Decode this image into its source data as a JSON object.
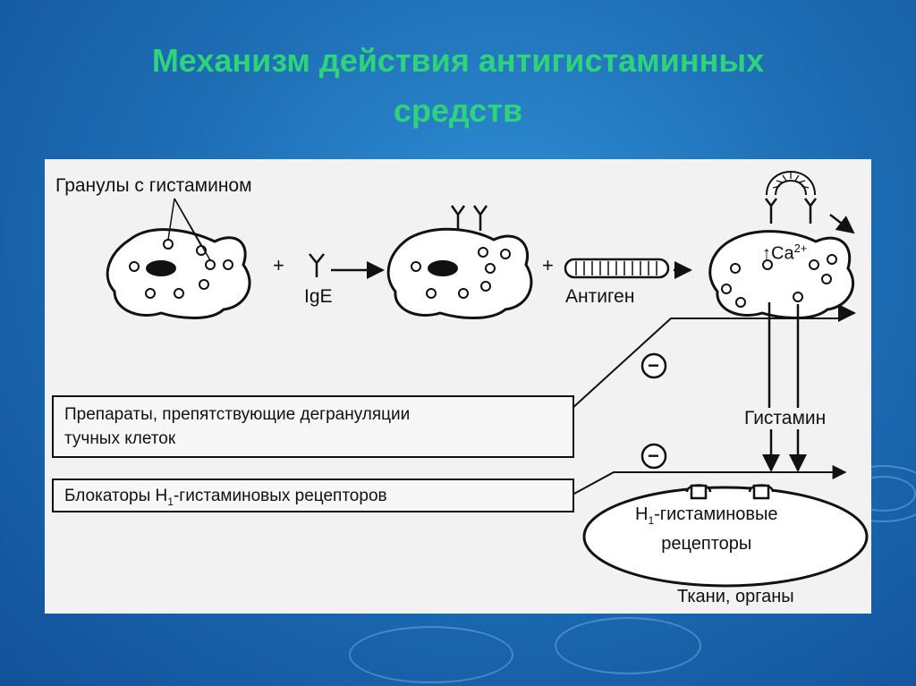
{
  "title": {
    "line1": "Механизм действия антигистаминных",
    "line2": "средств"
  },
  "diagram": {
    "granules_label": "Гранулы с гистамином",
    "plus": "+",
    "ige_label": "IgE",
    "antigen_label": "Антиген",
    "calcium_label": "↑Ca",
    "calcium_charge": "2+",
    "inhibit_symbol": "−",
    "histamine_label": "Гистамин",
    "degranulation_box": {
      "line1": "Препараты, препятствующие дегрануляции",
      "line2": "тучных клеток"
    },
    "blockers_box": {
      "prefix": "Блокаторы Н",
      "subscript": "1",
      "suffix": "-гистаминовых рецепторов"
    },
    "receptors_label": {
      "prefix": "Н",
      "subscript": "1",
      "suffix": "-гистаминовые",
      "line2": "рецепторы"
    },
    "tissues_label": "Ткани, органы"
  },
  "colors": {
    "title": "#2fd37a",
    "background_center": "#2f8fd4",
    "background_edge": "#12519a",
    "panel": "#f2f2f2"
  }
}
